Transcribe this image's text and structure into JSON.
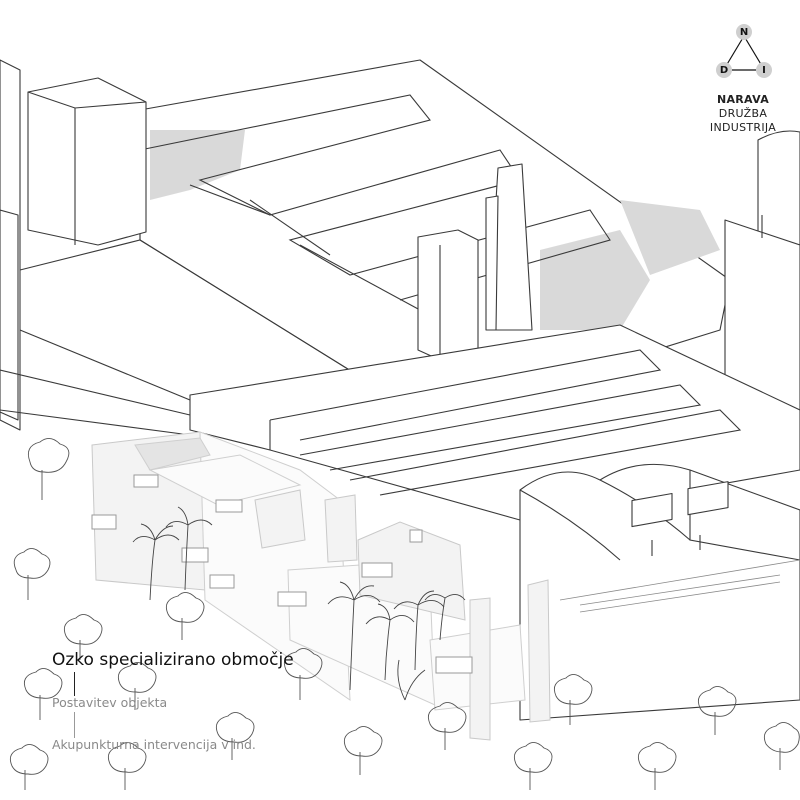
{
  "legend": {
    "nodes": {
      "top": "N",
      "left": "D",
      "right": "I"
    },
    "title": "NARAVA",
    "line1": "DRUŽBA",
    "line2": "INDUSTRIJA"
  },
  "labels": {
    "main": "Ozko specializirano območje",
    "sub1": "Postavitev objekta",
    "sub2": "Akupunkturna intervencija v ind."
  },
  "colors": {
    "line": "#3a3a3a",
    "shadow": "#d9d9d9",
    "node": "#cfcfcf",
    "label_muted": "#8a8a8a"
  }
}
